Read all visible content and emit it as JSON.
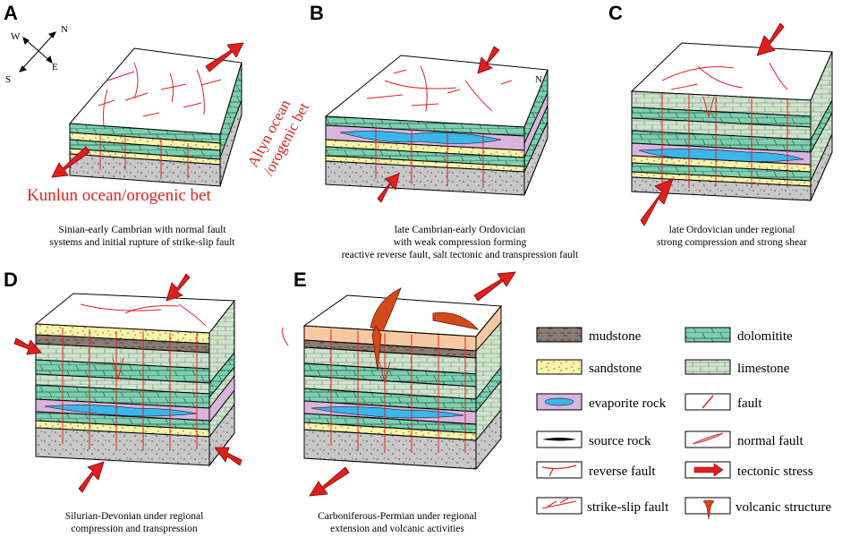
{
  "panels": [
    {
      "letter": "A",
      "caption": [
        "Sinian-early Cambrian with normal fault",
        "systems and initial rupture of  strike-slip fault"
      ]
    },
    {
      "letter": "B",
      "caption": [
        "late Cambrian-early Ordovician",
        "with weak compression  forming",
        "reactive reverse fault, salt tectonic and transpression fault"
      ]
    },
    {
      "letter": "C",
      "caption": [
        "late   Ordovician under  regional",
        "strong compression and strong shear"
      ]
    },
    {
      "letter": "D",
      "caption": [
        "Silurian-Devonian under regional",
        "compression and transpression"
      ]
    },
    {
      "letter": "E",
      "caption": [
        "Carboniferous-Permian under regional",
        "extension and volcanic activities"
      ]
    }
  ],
  "annotations": {
    "kunlun": "Kunlun ocean/orogenic bet",
    "altyn_1": "Altyn ocean",
    "altyn_2": "/orogenic bet"
  },
  "compass": {
    "n": "N",
    "w": "W",
    "e": "E",
    "s": "S",
    "north_mark": "N"
  },
  "legend": [
    {
      "key": "mudstone",
      "label": "mudstone"
    },
    {
      "key": "dolomitite",
      "label": "dolomitite"
    },
    {
      "key": "sandstone",
      "label": "sandstone"
    },
    {
      "key": "limestone",
      "label": "limestone"
    },
    {
      "key": "evaporite",
      "label": "evaporite rock"
    },
    {
      "key": "fault",
      "label": "fault"
    },
    {
      "key": "source",
      "label": "source rock"
    },
    {
      "key": "normal",
      "label": "normal fault"
    },
    {
      "key": "reverse",
      "label": "reverse fault"
    },
    {
      "key": "stress",
      "label": "tectonic stress"
    },
    {
      "key": "strikeslip",
      "label": "strike-slip fault"
    },
    {
      "key": "volcanic",
      "label": "volcanic structure"
    }
  ],
  "colors": {
    "red": "#e02020",
    "dolomitite": "#7ecfb0",
    "limestone": "#cfe3cc",
    "sandstone": "#fbf3a8",
    "mudstone": "#8a7c72",
    "evaporite": "#d9b4dc",
    "evaporite_core": "#3ab6ea",
    "basement": "#c8c8c8",
    "volcanic_layer": "#f8c9a0"
  }
}
